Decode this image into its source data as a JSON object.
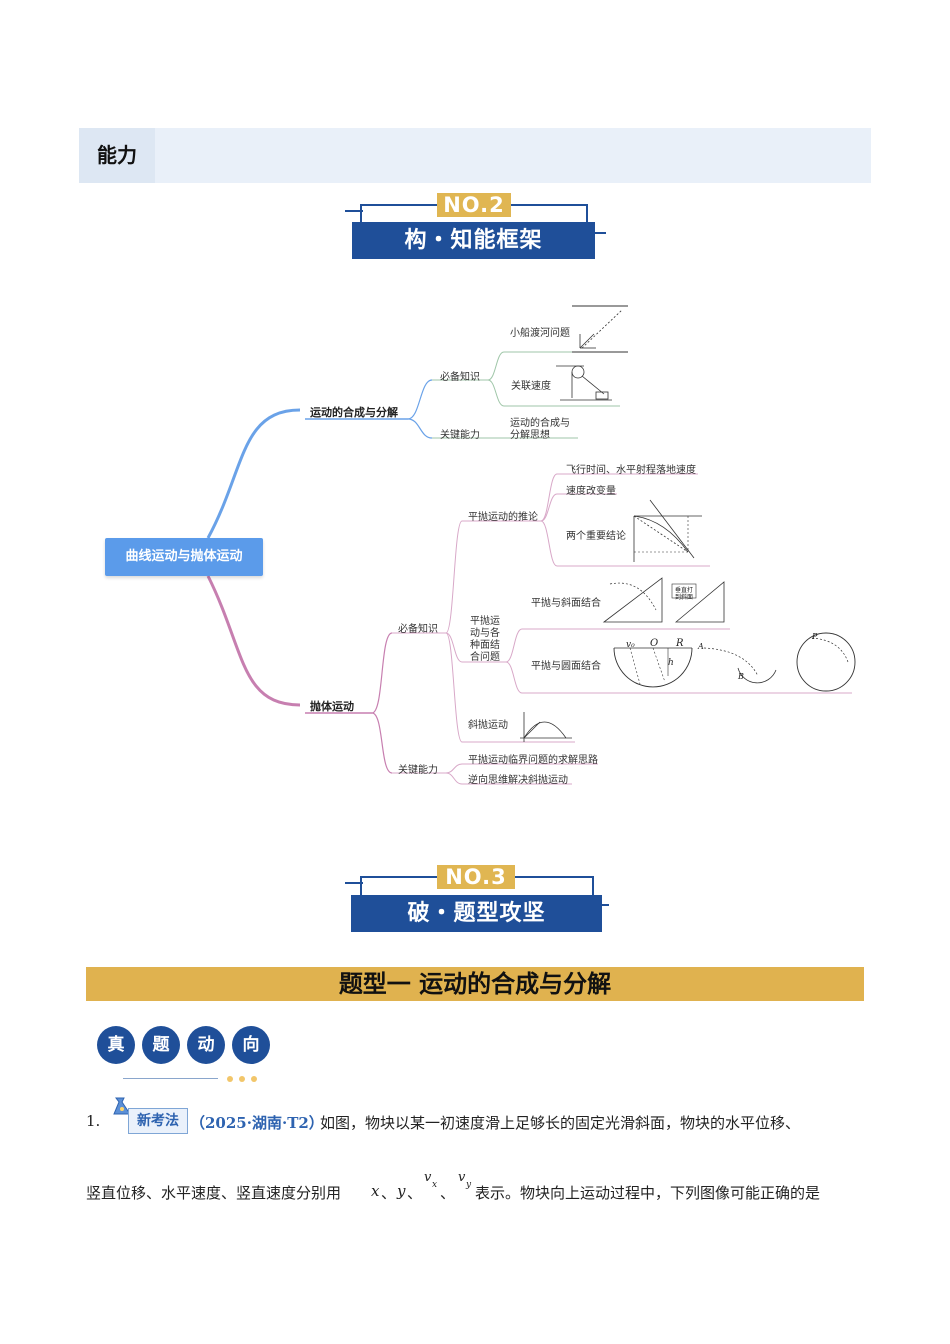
{
  "ability": {
    "label": "能力"
  },
  "section2": {
    "no": "NO.2",
    "title": "构・知能框架"
  },
  "mindmap": {
    "root": "曲线运动与抛体运动",
    "branch1": {
      "title": "运动的合成与分解",
      "required": "必备知识",
      "key": "关键能力",
      "items": [
        "小船渡河问题",
        "关联速度"
      ],
      "key_item_line1": "运动的合成与",
      "key_item_line2": "分解思想"
    },
    "branch2": {
      "title": "抛体运动",
      "required": "必备知识",
      "key": "关键能力",
      "inference": "平抛运动的推论",
      "inference_items": [
        "飞行时间、水平射程落地速度",
        "速度改变量",
        "两个重要结论"
      ],
      "combo_line1": "平抛运",
      "combo_line2": "动与各",
      "combo_line3": "种面结",
      "combo_line4": "合问题",
      "combo_items": [
        "平抛与斜面结合",
        "平抛与圆面结合"
      ],
      "oblique": "斜抛运动",
      "key_items": [
        "平抛运动临界问题的求解思路",
        "逆向思维解决斜抛运动"
      ]
    },
    "diagram_labels": {
      "v0": "v₀",
      "O": "O",
      "R": "R",
      "h": "h",
      "A": "A",
      "B": "B",
      "P": "P",
      "vertical": "垂直打",
      "on_slope": "到斜面"
    }
  },
  "section3": {
    "no": "NO.3",
    "title": "破・题型攻坚"
  },
  "type1": {
    "title": "题型一   运动的合成与分解"
  },
  "real_trend": {
    "chars": [
      "真",
      "题",
      "动",
      "向"
    ]
  },
  "question": {
    "number": "1.",
    "badge": "新考法",
    "source": "（2025·湖南·T2）",
    "line1": "如图，物块以某一初速度滑上足够长的固定光滑斜面，物块的水平位移、",
    "line2a": "竖直位移、水平速度、竖直速度分别用",
    "x": "x",
    "sep1": "、",
    "y": "y",
    "sep2": "、",
    "vx": "v",
    "vx_sub": "x",
    "sep3": "、",
    "vy": "v",
    "vy_sub": "y",
    "line2b": "表示。物块向上运动过程中，下列图像可能正确的是"
  },
  "colors": {
    "accent_blue": "#1f4f99",
    "gold": "#e0b652",
    "root_blue": "#5b9bea",
    "branch_blue": "#6aa2e8",
    "branch_pink": "#c77fb0",
    "leaf_green": "#9fc6a8",
    "leaf_pink": "#d8a8c8"
  }
}
